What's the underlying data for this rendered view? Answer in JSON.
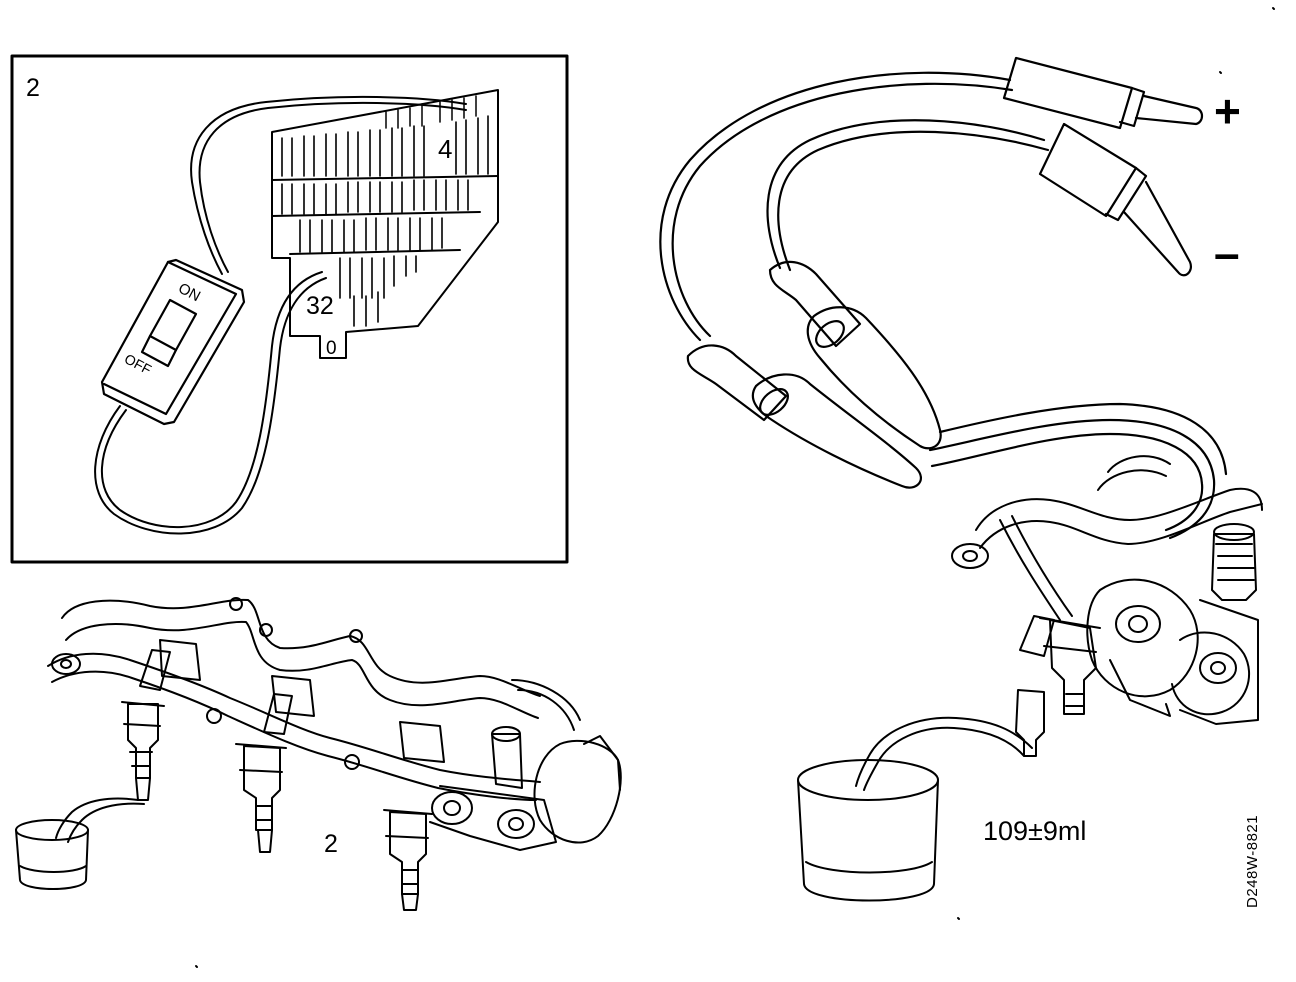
{
  "inset": {
    "figure_number": "2",
    "fuse_label_top": "4",
    "fuse_label_bottom": "32",
    "tab_label": "0",
    "switch_on": "ON",
    "switch_off": "OFF"
  },
  "rail": {
    "figure_number": "2"
  },
  "test_leads": {
    "plus": "+",
    "minus": "–"
  },
  "measurement": {
    "volume": "109±9ml"
  },
  "figure_code": "D248W-8821",
  "colors": {
    "ink": "#000000",
    "paper": "#ffffff"
  }
}
